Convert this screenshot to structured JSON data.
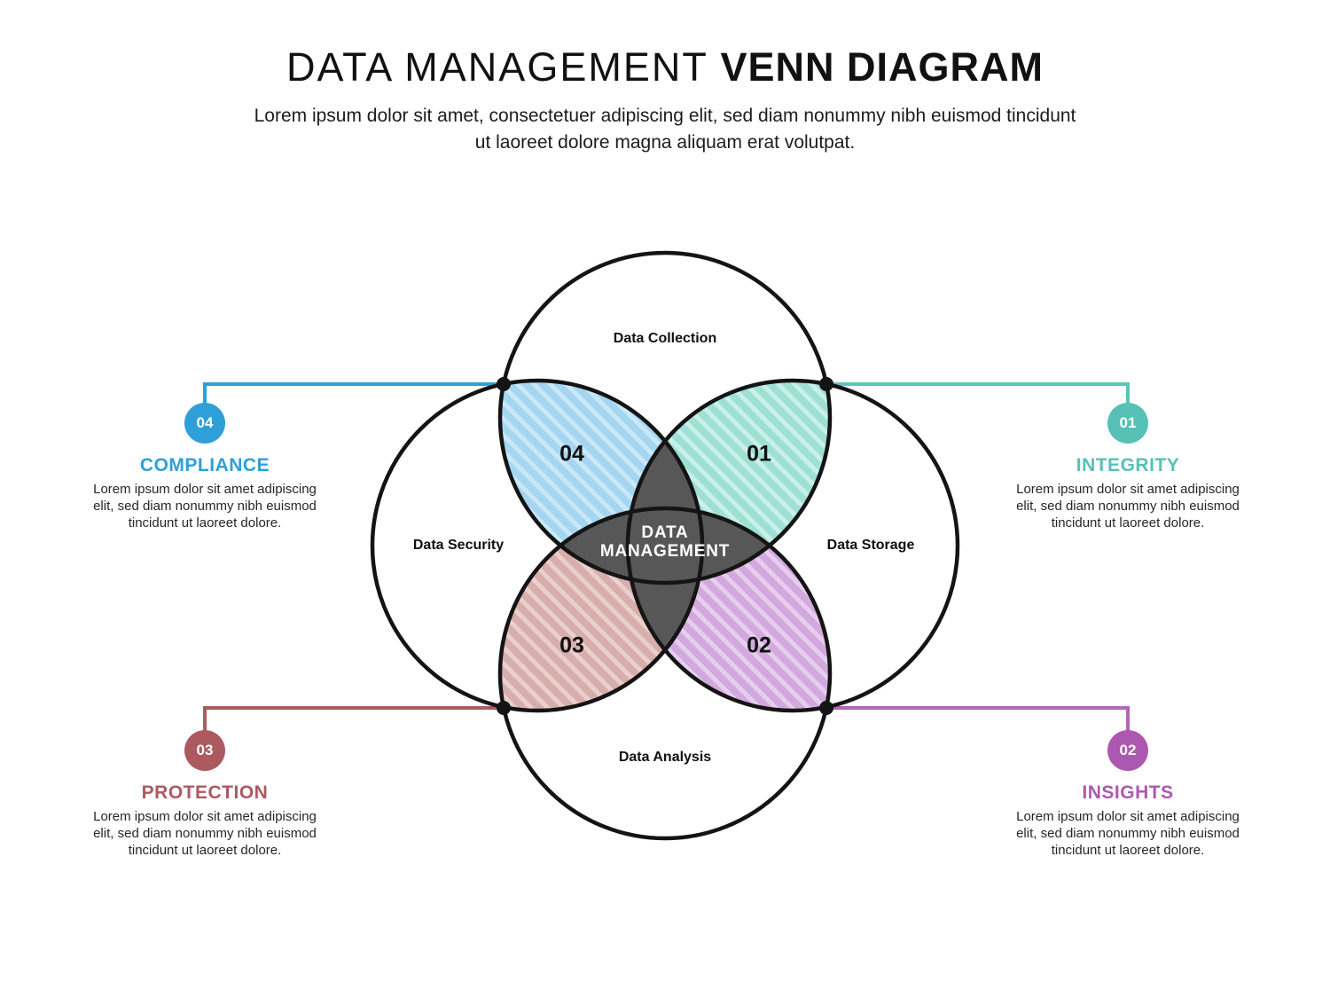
{
  "header": {
    "title_regular": "DATA MANAGEMENT ",
    "title_bold": "VENN DIAGRAM",
    "subtitle_lines": [
      "Lorem ipsum dolor sit amet, consectetuer adipiscing elit, sed diam nonummy nibh euismod tincidunt",
      "ut laoreet dolore magna aliquam erat volutpat."
    ]
  },
  "venn": {
    "center_label": "DATA MANAGEMENT",
    "circle_labels": {
      "top": "Data Collection",
      "left": "Data Security",
      "right": "Data Storage",
      "bottom": "Data Analysis"
    },
    "overlap_numbers": {
      "top_left": "04",
      "top_right": "01",
      "bottom_left": "03",
      "bottom_right": "02"
    }
  },
  "callouts": [
    {
      "number": "04",
      "title": "COMPLIANCE",
      "body": "Lorem ipsum dolor sit amet adipiscing elit, sed diam nonummy nibh euismod tincidunt ut laoreet dolore.",
      "color": "#2e9fd9"
    },
    {
      "number": "01",
      "title": "INTEGRITY",
      "body": "Lorem ipsum dolor sit amet adipiscing elit, sed diam nonummy nibh euismod tincidunt ut laoreet dolore.",
      "color": "#57c1b6"
    },
    {
      "number": "03",
      "title": "PROTECTION",
      "body": "Lorem ipsum dolor sit amet adipiscing elit, sed diam nonummy nibh euismod tincidunt ut laoreet dolore.",
      "color": "#ac5a5f"
    },
    {
      "number": "02",
      "title": "INSIGHTS",
      "body": "Lorem ipsum dolor sit amet adipiscing elit, sed diam nonummy nibh euismod tincidunt ut laoreet dolore.",
      "color": "#ad58b0"
    }
  ],
  "colors": {
    "background": "#ffffff",
    "outline": "#141414",
    "center_star": "#575757",
    "petal_blue": "#a5d6f1",
    "petal_blue_stripe": "#cbe8f8",
    "petal_teal": "#9fe0d5",
    "petal_teal_stripe": "#c9f0e9",
    "petal_rose": "#d7aeab",
    "petal_rose_stripe": "#e9d0cc",
    "petal_purple": "#d2a9dc",
    "petal_purple_stripe": "#e7cdee"
  }
}
